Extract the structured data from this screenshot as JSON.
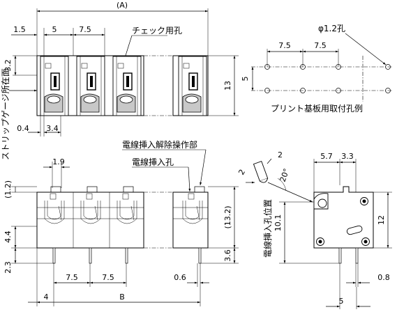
{
  "top_view": {
    "dim_A": "(A)",
    "dim_1_5": "1.5",
    "dim_5": "5",
    "dim_7_5": "7.5",
    "dim_3_2": "3.2",
    "dim_13": "13",
    "dim_0_4": "0.4",
    "dim_3_4": "3.4",
    "check_hole_label": "チェック用孔",
    "strip_gauge_label": "ストリップゲージ所在面"
  },
  "pcb_layout": {
    "hole_label": "φ1.2孔",
    "pitch_1": "7.5",
    "pitch_2": "7.5",
    "row_pitch": "5",
    "caption": "プリント基板用取付孔例"
  },
  "front_view": {
    "release_label": "電線挿入解除操作部",
    "insert_hole_label": "電線挿入孔",
    "dim_1_9": "1.9",
    "dim_1_2": "(1.2)",
    "dim_4_4": "4.4",
    "dim_2_3": "2.3",
    "dim_13_2": "(13.2)",
    "dim_3_6": "3.6",
    "dim_7_5a": "7.5",
    "dim_7_5b": "7.5",
    "dim_B": "B",
    "dim_0_6": "0.6",
    "dim_4": "4"
  },
  "side_view": {
    "dim_5_7": "5.7",
    "dim_3_3": "3.3",
    "dim_2a": "2",
    "dim_2b": "2",
    "angle": "20°",
    "dim_12": "12",
    "dim_10_1": "10.1",
    "insert_position_label": "電線挿入孔位置",
    "dim_0_8": "0.8",
    "dim_5": "5"
  }
}
